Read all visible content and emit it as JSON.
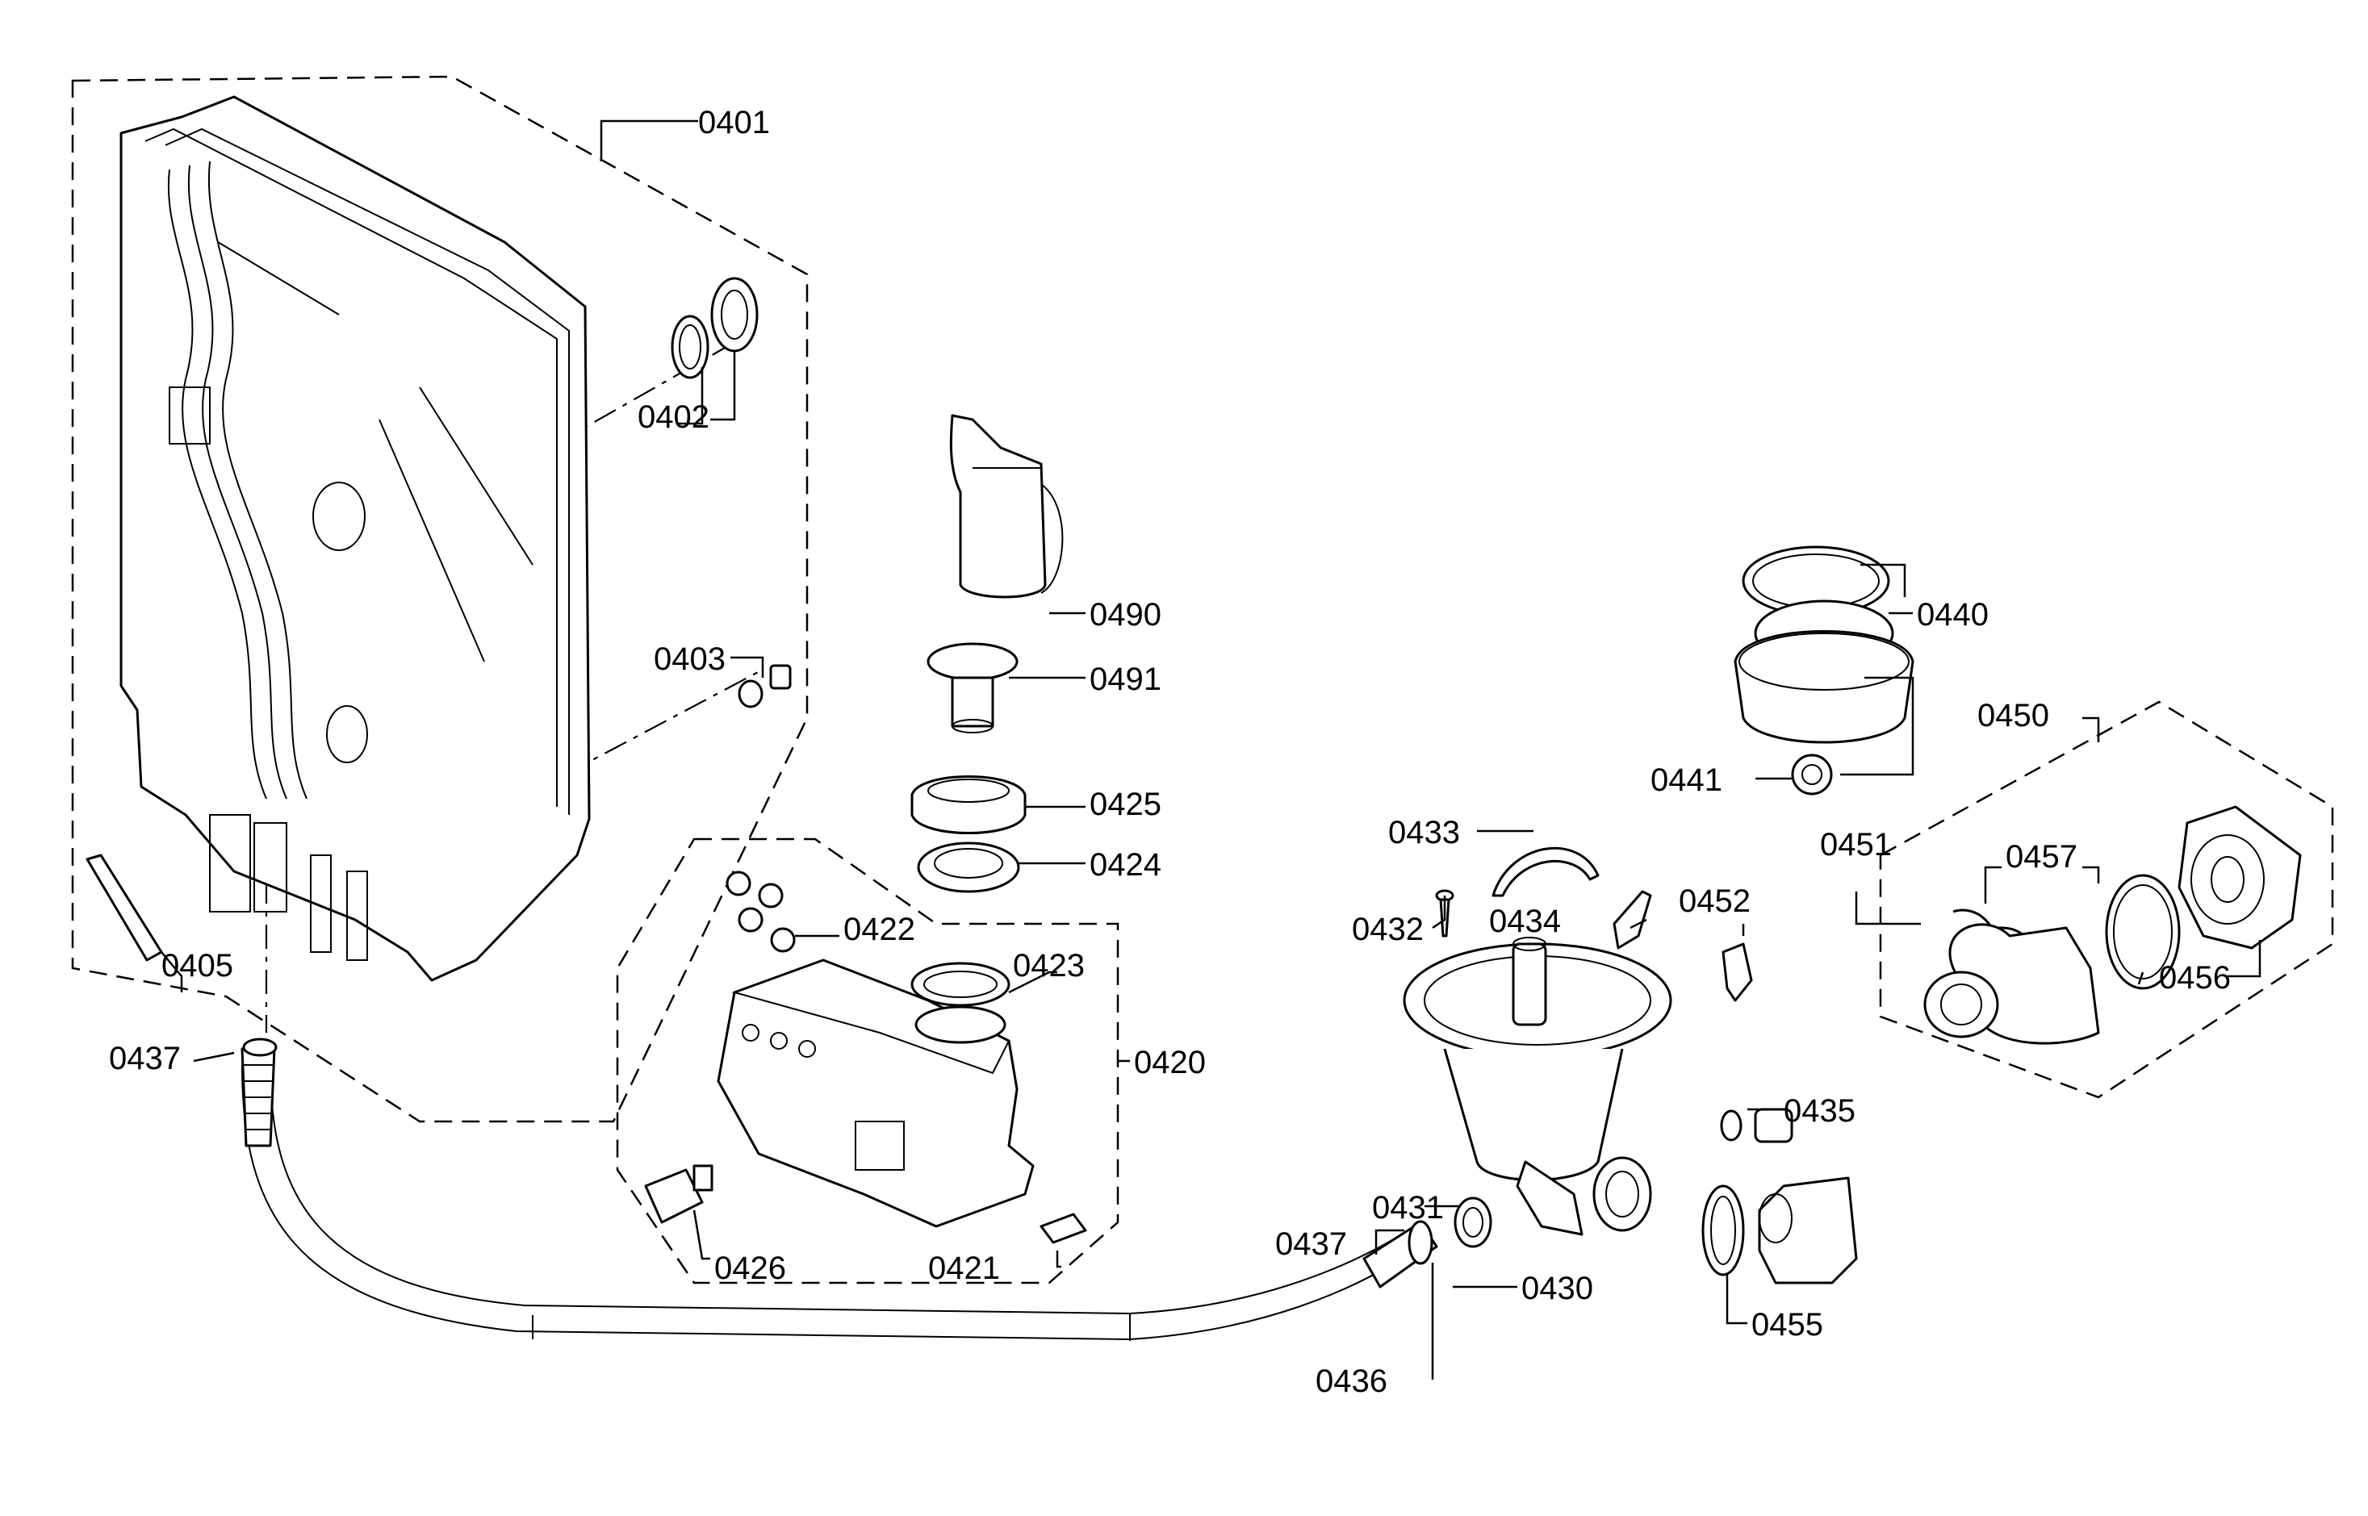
{
  "labels": {
    "p0401": "0401",
    "p0402": "0402",
    "p0403": "0403",
    "p0405": "0405",
    "p0420": "0420",
    "p0421": "0421",
    "p0422": "0422",
    "p0423": "0423",
    "p0424": "0424",
    "p0425": "0425",
    "p0426": "0426",
    "p0430": "0430",
    "p0431": "0431",
    "p0432": "0432",
    "p0433": "0433",
    "p0434": "0434",
    "p0435": "0435",
    "p0436": "0436",
    "p0437a": "0437",
    "p0437b": "0437",
    "p0440": "0440",
    "p0441": "0441",
    "p0450": "0450",
    "p0451": "0451",
    "p0452": "0452",
    "p0455": "0455",
    "p0456": "0456",
    "p0457": "0457",
    "p0490": "0490",
    "p0491": "0491"
  },
  "colors": {
    "line": "#000000",
    "background": "#ffffff"
  }
}
